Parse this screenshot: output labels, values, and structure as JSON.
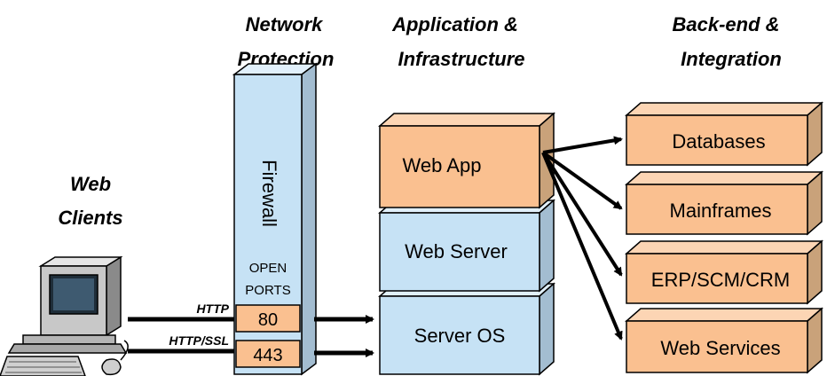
{
  "headers": {
    "network_protection": [
      "Network",
      "Protection"
    ],
    "application_infrastructure": [
      "Application &",
      "Infrastructure"
    ],
    "backend_integration": [
      "Back-end &",
      "Integration"
    ],
    "web_clients": [
      "Web",
      "Clients"
    ]
  },
  "firewall": {
    "label": "Firewall",
    "open_ports": [
      "OPEN",
      "PORTS"
    ],
    "ports": [
      "80",
      "443"
    ]
  },
  "protocols": {
    "http": "HTTP",
    "https": "HTTP/SSL"
  },
  "application_stack": {
    "web_app": "Web App",
    "web_server": "Web Server",
    "server_os": "Server OS"
  },
  "backend": [
    "Databases",
    "Mainframes",
    "ERP/SCM/CRM",
    "Web Services"
  ],
  "colors": {
    "orange_front": "#FAC090",
    "orange_top": "#FCD5B4",
    "orange_side": "#C9A27A",
    "blue_front": "#C6E2F5",
    "blue_top": "#E1F0FB",
    "blue_side": "#A3BDD1"
  }
}
